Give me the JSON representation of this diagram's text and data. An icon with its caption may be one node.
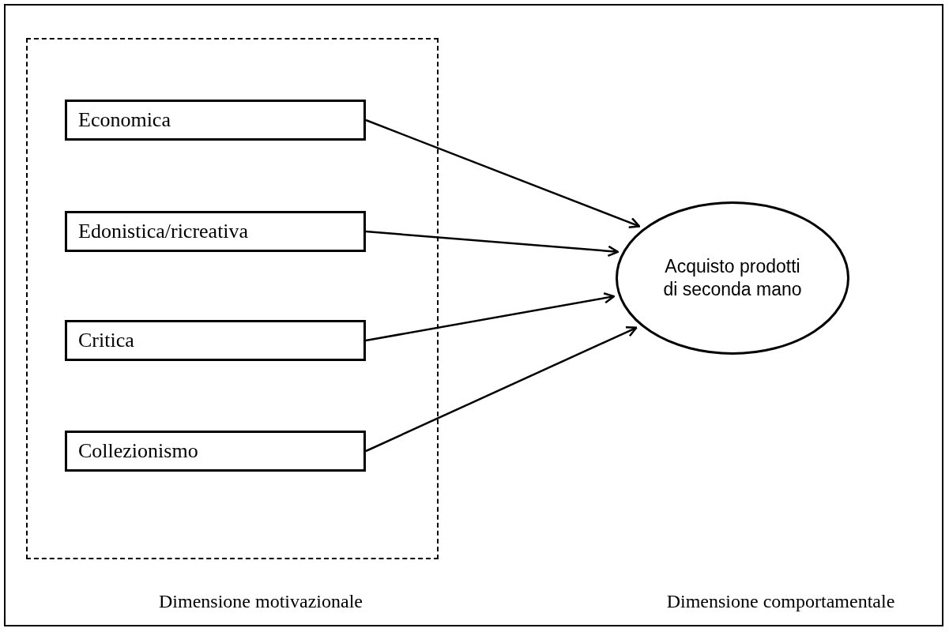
{
  "diagram": {
    "nodes": [
      {
        "text": [],
        "shape": "box"
      },
      {
        "text": [
          "Economica"
        ],
        "in": 0
      },
      {
        "text": [
          "Edonistica/ricreativa"
        ],
        "in": 0
      },
      {
        "text": [
          "Critica"
        ],
        "in": 0
      },
      {
        "text": [
          "Collezionismo"
        ],
        "in": 0
      },
      {
        "text": [
          "Acquisto prodotti di seconda mano"
        ]
      }
    ],
    "edges": [
      {
        "from": 1,
        "to": 5,
        "arrow": "to"
      },
      {
        "from": 2,
        "to": 5,
        "arrow": "to"
      },
      {
        "from": 3,
        "to": 5,
        "arrow": "to"
      },
      {
        "from": 4,
        "to": 5,
        "arrow": "to"
      }
    ],
    "labels": [
      "Dimensione motivazionale",
      "Dimensione comportamentale"
    ]
  }
}
